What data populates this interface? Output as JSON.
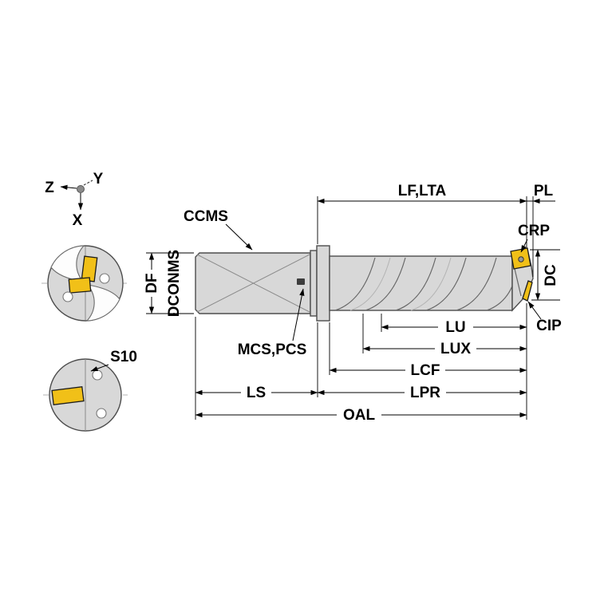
{
  "axis_indicator": {
    "z": "Z",
    "y": "Y",
    "x": "X"
  },
  "front_views": {
    "screw_size_label": "S10"
  },
  "callouts": {
    "ccms": "CCMS",
    "mcs_pcs": "MCS,PCS",
    "crp": "CRP",
    "cip": "CIP"
  },
  "dimensions": {
    "lf_lta": "LF,LTA",
    "pl": "PL",
    "dc": "DC",
    "lu": "LU",
    "lux": "LUX",
    "lcf": "LCF",
    "ls": "LS",
    "lpr": "LPR",
    "oal": "OAL",
    "df": "DF",
    "dconms": "DCONMS"
  },
  "colors": {
    "insert": "#f1c018",
    "body": "#d8d8d8",
    "body_outline": "#4d4d4d",
    "hole": "#ffffff",
    "dimension": "#000000"
  }
}
